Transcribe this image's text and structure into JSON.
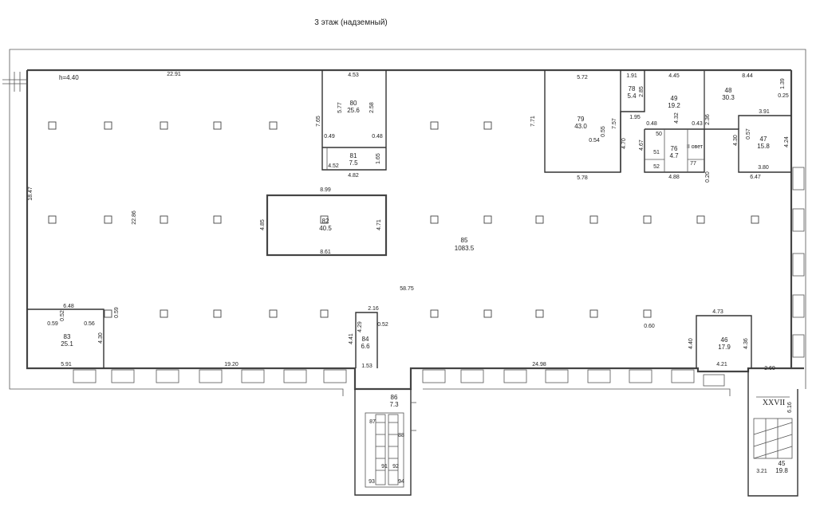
{
  "title": "3 этаж (надземный)",
  "height_label": "h=4.40",
  "rooms": {
    "r79": {
      "num": "79",
      "area": "43.0"
    },
    "r78": {
      "num": "78",
      "area": "5.4"
    },
    "r49": {
      "num": "49",
      "area": "19.2"
    },
    "r48": {
      "num": "48",
      "area": "30.3"
    },
    "r47": {
      "num": "47",
      "area": "15.8"
    },
    "r76": {
      "num": "76",
      "area": "4.7"
    },
    "r80": {
      "num": "80",
      "area": "25.6"
    },
    "r81": {
      "num": "81",
      "area": "7.5"
    },
    "r82": {
      "num": "82",
      "area": "40.5"
    },
    "r85": {
      "num": "85",
      "area": "1083.5"
    },
    "r83": {
      "num": "83",
      "area": "25.1"
    },
    "r84": {
      "num": "84",
      "area": "6.6"
    },
    "r46": {
      "num": "46",
      "area": "17.9"
    },
    "r86": {
      "num": "86",
      "area": "7.3"
    },
    "r45": {
      "num": "45",
      "area": "19.8"
    },
    "r87": {
      "num": "87"
    },
    "r88": {
      "num": "88"
    },
    "r91": {
      "num": "91"
    },
    "r92": {
      "num": "92"
    },
    "r93": {
      "num": "93"
    },
    "r94": {
      "num": "94"
    },
    "r50": {
      "num": "50"
    },
    "r51": {
      "num": "51"
    },
    "r52": {
      "num": "52"
    },
    "r77": {
      "num": "77"
    }
  },
  "stair_label": "XXVII",
  "vent_label": "II овет",
  "dims": {
    "d2291": "22.91",
    "d1847": "18.47",
    "d2286": "22.86",
    "d453": "4.53",
    "d577": "5.77",
    "d765": "7.65",
    "d049a": "0.49",
    "d258": "2.58",
    "d048a": "0.48",
    "d452": "4.52",
    "d165": "1.65",
    "d482": "4.82",
    "d899": "8.99",
    "d485": "4.85",
    "d471": "4.71",
    "d861": "8.61",
    "d572": "5.72",
    "d771": "7.71",
    "d757": "7.57",
    "d055": "0.55",
    "d054": "0.54",
    "d578": "5.78",
    "d191": "1.91",
    "d285": "2.85",
    "d195": "1.95",
    "d048b": "0.48",
    "d470": "4.70",
    "d467": "4.67",
    "d445": "4.45",
    "d432": "4.32",
    "d043": "0.43",
    "d236": "2.36",
    "d488": "4.88",
    "d020": "0.20",
    "d844": "8.44",
    "d139": "1.39",
    "d025": "0.25",
    "d391": "3.91",
    "d057": "0.57",
    "d430a": "4.30",
    "d424": "4.24",
    "d380": "3.80",
    "d647": "6.47",
    "d5875": "58.75",
    "d648": "6.48",
    "d052a": "0.52",
    "d059a": "0.59",
    "d059b": "0.59",
    "d056": "0.56",
    "d430b": "4.30",
    "d591": "5.91",
    "d1920": "19.20",
    "d216": "2.16",
    "d429": "4.29",
    "d052b": "0.52",
    "d441": "4.41",
    "d153": "1.53",
    "d2498": "24.98",
    "d060a": "0.60",
    "d473": "4.73",
    "d440": "4.40",
    "d436": "4.36",
    "d421": "4.21",
    "d260": "2.60",
    "d616": "6.16",
    "d321": "3.21"
  }
}
